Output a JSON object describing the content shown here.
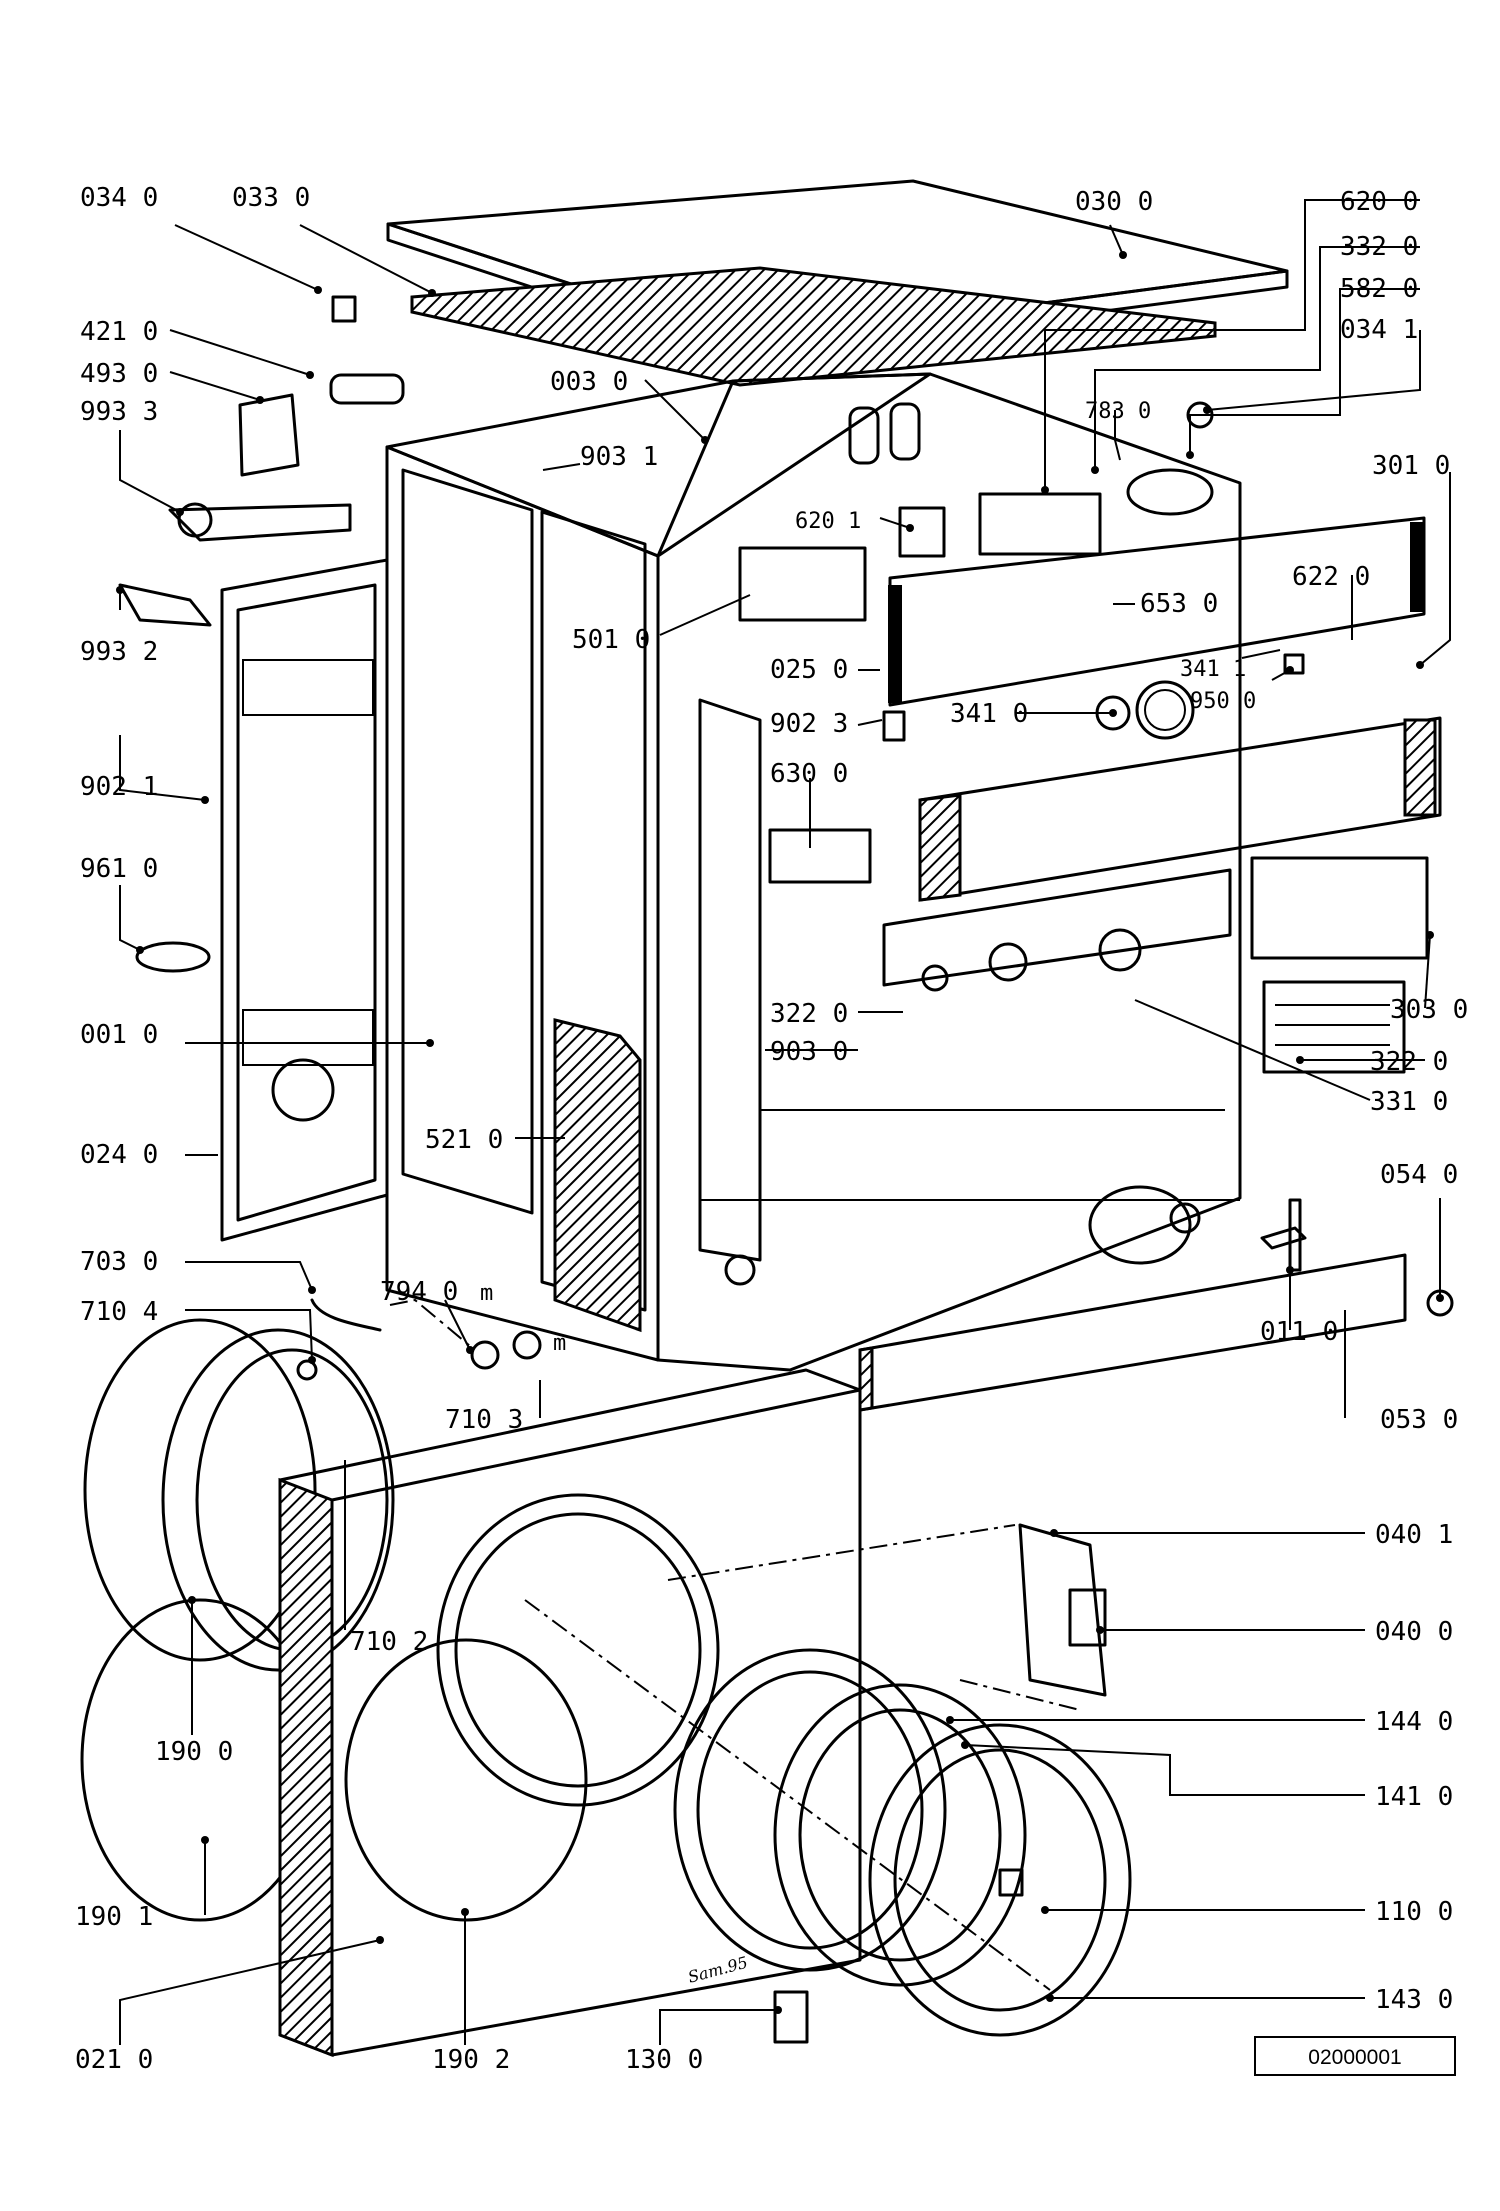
{
  "labels": {
    "l0340": "034  0",
    "l0330": "033  0",
    "l0300": "030  0",
    "l6200": "620  0",
    "l3320": "332  0",
    "l5820": "582  0",
    "l0341": "034  1",
    "l4210": "421  0",
    "l4930": "493  0",
    "l9933": "993  3",
    "l0030": "003  0",
    "l7830": "783 0",
    "l3010": "301  0",
    "l9031": "903 1",
    "l6201": "620 1",
    "l6220": "622  0",
    "l9932": "993  2",
    "l5010": "501  0",
    "l6530": "653  0",
    "l0250": "025  0",
    "l3411": "341 1",
    "l9500": "950  0",
    "l9023": "902  3",
    "l3410": "341  0",
    "l9021": "902  1",
    "l6300": "630  0",
    "l9610": "961  0",
    "l0010": "001  0",
    "l3220a": "322  0",
    "l3030": "303  0",
    "l9030": "903  0",
    "l3220b": "322  0",
    "l0240": "024  0",
    "l5210": "521  0",
    "l3310": "331  0",
    "l0540": "054  0",
    "l7030": "703  0",
    "l7940": "794  0",
    "l7940m": "m",
    "l7104": "710  4",
    "l7103m": "m",
    "l0110": "011  0",
    "l7103": "710 3",
    "l0530": "053  0",
    "l0401": "040  1",
    "l7102": "710  2",
    "l0400": "040  0",
    "l1900": "190  0",
    "l1440": "144  0",
    "l1410": "141  0",
    "l1901": "190   1",
    "l1100": "110  0",
    "l1430": "143  0",
    "l0210": "021  0",
    "l1902": "190  2",
    "l1300": "130  0",
    "signature": "Sam.95",
    "diagram_code": "02000001"
  }
}
